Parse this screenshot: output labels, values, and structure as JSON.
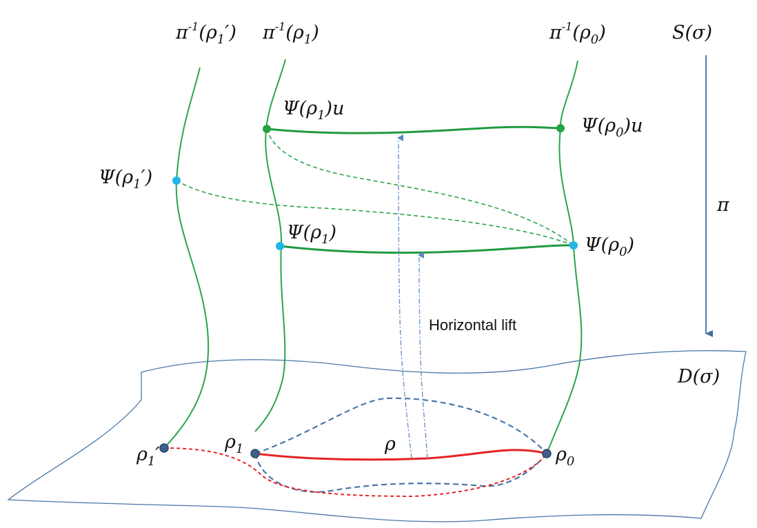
{
  "colors": {
    "fiber": "#2aa54a",
    "horizontal": "#1f9a3f",
    "surface": "#4a76a8",
    "red_path": "#e52222",
    "blue_dashed": "#4a76a8",
    "lift_arrow": "#5b8ac4",
    "point_dark": "#3e5f8a",
    "point_green": "#23a344",
    "point_cyan": "#1fb6e8",
    "arrow": "#3f6fa5"
  },
  "labels": {
    "fiber_rho1p": {
      "pre": "π",
      "sup": "-1",
      "mid": "(ρ",
      "sub": "1",
      "post": "′)"
    },
    "fiber_rho1": {
      "pre": "π",
      "sup": "-1",
      "mid": "(ρ",
      "sub": "1",
      "post": ")"
    },
    "fiber_rho0": {
      "pre": "π",
      "sup": "-1",
      "mid": "(ρ",
      "sub": "0",
      "post": ")"
    },
    "S_sigma": "S(σ)",
    "pi": "π",
    "D_sigma": "D(σ)",
    "psi_rho1_u": {
      "pre": "Ψ(ρ",
      "sub": "1",
      "post": ")u"
    },
    "psi_rho0_u": {
      "pre": "Ψ(ρ",
      "sub": "0",
      "post": ")u"
    },
    "psi_rho1p": {
      "pre": "Ψ(ρ",
      "sub": "1",
      "post": "′)"
    },
    "psi_rho1": {
      "pre": "Ψ(ρ",
      "sub": "1",
      "post": ")"
    },
    "psi_rho0": {
      "pre": "Ψ(ρ",
      "sub": "0",
      "post": ")"
    },
    "horizontal_lift": "Horizontal lift",
    "rho": "ρ",
    "rho1": {
      "pre": "ρ",
      "sub": "1"
    },
    "rho0": {
      "pre": "ρ",
      "sub": "0"
    },
    "rho1p": {
      "pre": "ρ",
      "sub": "1",
      "post": "′"
    }
  }
}
